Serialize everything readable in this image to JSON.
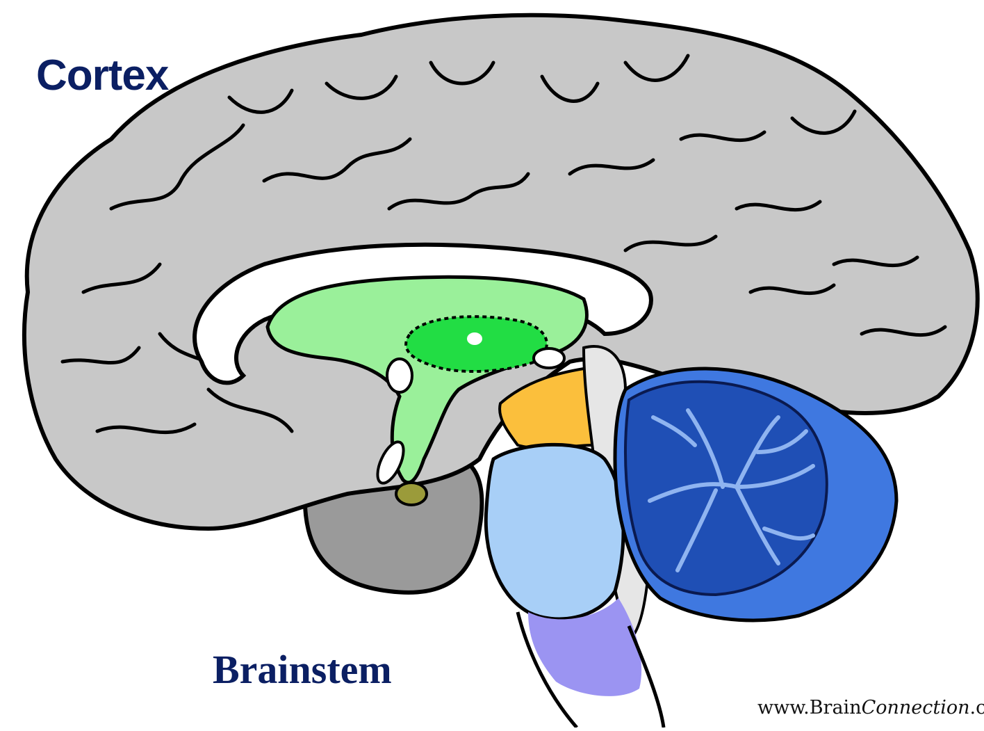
{
  "labels": {
    "cortex": "Cortex",
    "brainstem": "Brainstem"
  },
  "credit": {
    "prefix": "www.Brain",
    "italic": "Connection",
    "suffix": ".c"
  },
  "colors": {
    "cortex": "#c8c8c8",
    "temporal": "#9a9a9a",
    "corpus_callosum": "#ffffff",
    "limbic": "#9af09a",
    "thalamus": "#22dd44",
    "midbrain": "#fbbf3c",
    "pons": "#a8cff7",
    "medulla": "#9b94f2",
    "cerebellum": "#2d61cc",
    "label_text": "#0b1f63"
  }
}
